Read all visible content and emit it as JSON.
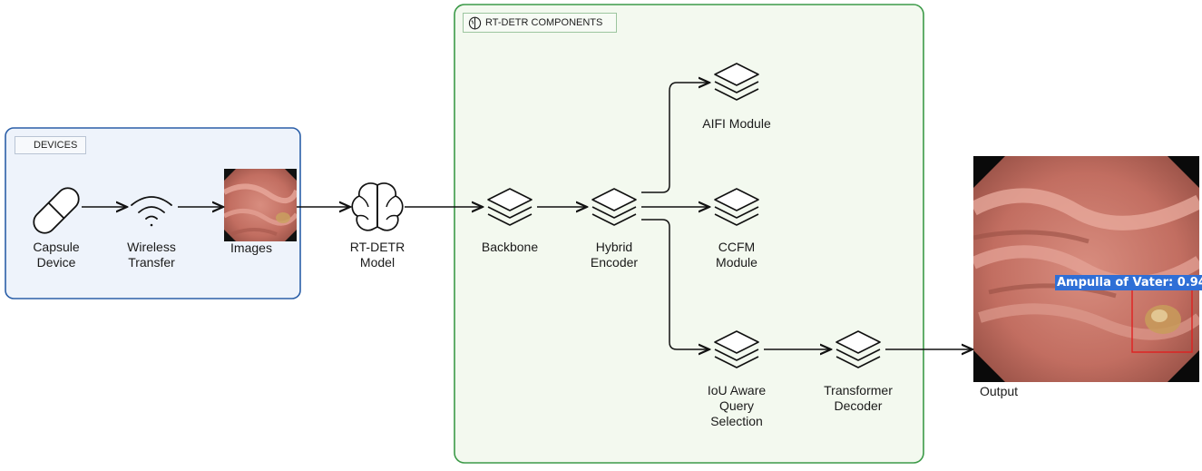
{
  "groups": {
    "devices": {
      "title": "DEVICES"
    },
    "components": {
      "title": "RT-DETR COMPONENTS"
    }
  },
  "nodes": {
    "capsule": {
      "line1": "Capsule",
      "line2": "Device",
      "icon": "capsule-pill-icon"
    },
    "wireless": {
      "line1": "Wireless",
      "line2": "Transfer",
      "icon": "wifi-icon"
    },
    "images": {
      "label": "Images"
    },
    "model": {
      "line1": "RT-DETR",
      "line2": "Model",
      "icon": "brain-icon"
    },
    "backbone": {
      "label": "Backbone",
      "icon": "layers-icon"
    },
    "hybrid": {
      "line1": "Hybrid",
      "line2": "Encoder",
      "icon": "layers-icon"
    },
    "aifi": {
      "label": "AIFI Module",
      "icon": "layers-icon"
    },
    "ccfm": {
      "line1": "CCFM",
      "line2": "Module",
      "icon": "layers-icon"
    },
    "iou": {
      "line1": "IoU Aware",
      "line2": "Query",
      "line3": "Selection",
      "icon": "layers-icon"
    },
    "decoder": {
      "line1": "Transformer",
      "line2": "Decoder",
      "icon": "layers-icon"
    },
    "output": {
      "label": "Output"
    }
  },
  "detection": {
    "label": "Ampulla of Vater: 0.94",
    "box_color": "#e02020",
    "label_bg": "#2f6fd6"
  },
  "colors": {
    "devices_border": "#2b5fa8",
    "devices_fill": "#eef3fb",
    "components_border": "#3c9a48",
    "components_fill": "#f3f9ef",
    "tissue": "#c7776a"
  }
}
